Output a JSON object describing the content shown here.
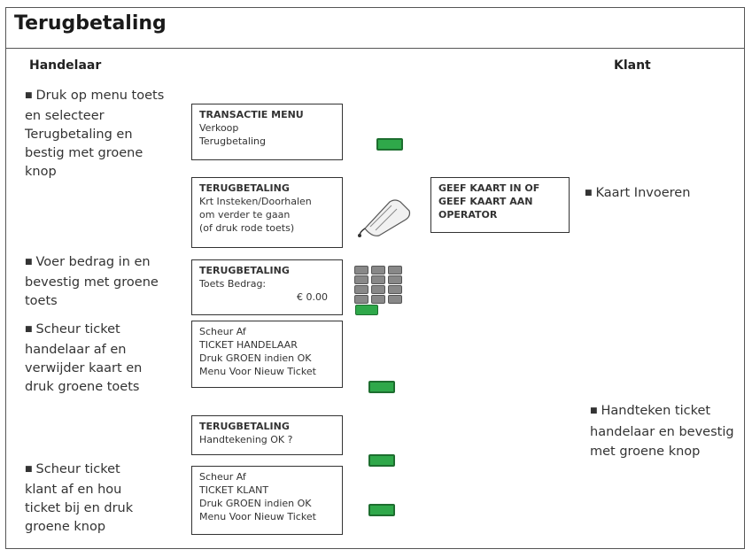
{
  "title": "Terugbetaling",
  "headers": {
    "left": "Handelaar",
    "right": "Klant"
  },
  "bullet": "■",
  "steps": [
    {
      "lines": [
        "Druk op menu toets",
        "en selecteer",
        "Terugbetaling en",
        "bestig met groene",
        "knop"
      ]
    },
    {
      "lines": [
        "Voer bedrag in en",
        "bevestig met groene",
        "toets"
      ]
    },
    {
      "lines": [
        "Scheur ticket",
        "handelaar af en",
        "verwijder kaart en",
        "druk groene toets"
      ]
    },
    {
      "lines": [
        "Scheur ticket",
        "klant af en hou",
        "ticket bij en druk",
        "groene knop"
      ]
    }
  ],
  "screens": {
    "menu": {
      "header": "TRANSACTIE MENU",
      "lines": [
        "Verkoop",
        "Terugbetaling"
      ]
    },
    "card": {
      "header": "TERUGBETALING",
      "lines": [
        "Krt Insteken/Doorhalen",
        "om verder te gaan",
        "(of druk rode toets)"
      ]
    },
    "amount": {
      "header": "TERUGBETALING",
      "line": "Toets Bedrag:",
      "value": "€ 0.00"
    },
    "ticket_merchant": {
      "lines": [
        "Scheur Af",
        "TICKET HANDELAAR",
        "Druk GROEN indien OK",
        "Menu Voor Nieuw Ticket"
      ]
    },
    "signature": {
      "header": "TERUGBETALING",
      "line": "Handtekening OK ?"
    },
    "ticket_customer": {
      "lines": [
        "Scheur Af",
        "TICKET KLANT",
        "Druk GROEN indien OK",
        "Menu Voor Nieuw Ticket"
      ]
    },
    "customer": {
      "lines": [
        "GEEF KAART IN OF",
        "GEEF KAART AAN",
        "OPERATOR"
      ]
    }
  },
  "customer_steps": [
    {
      "lines": [
        "Kaart Invoeren"
      ]
    },
    {
      "lines": [
        "Handteken ticket",
        "handelaar en bevestig",
        "met groene knop"
      ]
    }
  ],
  "icons": {
    "green_button": "green-button-icon",
    "card_reader": "card-reader-icon",
    "keypad": "keypad-icon"
  },
  "colors": {
    "green": "#2fa84a"
  }
}
